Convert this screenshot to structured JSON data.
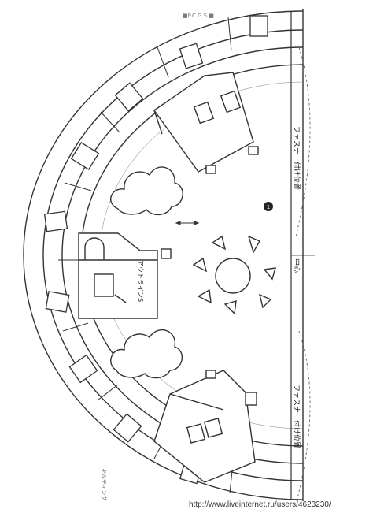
{
  "labels": {
    "header_stamp": "■P.C.G.S.■",
    "fastener_top": "ファスナー付け位置",
    "fastener_bottom": "ファスナー付け位置",
    "center": "中心",
    "outline": "アウトラインS",
    "marker_number": "1",
    "corner_note": "キルティング",
    "watermark": "http://www.liveinternet.ru/users/4623230/"
  },
  "icons": {
    "direction_arrow": "double-arrow-icon",
    "sun": "sun-icon",
    "house": "house-icon",
    "cloud": "cloud-icon"
  },
  "colors": {
    "line": "#333333",
    "paper": "#ffffff"
  }
}
